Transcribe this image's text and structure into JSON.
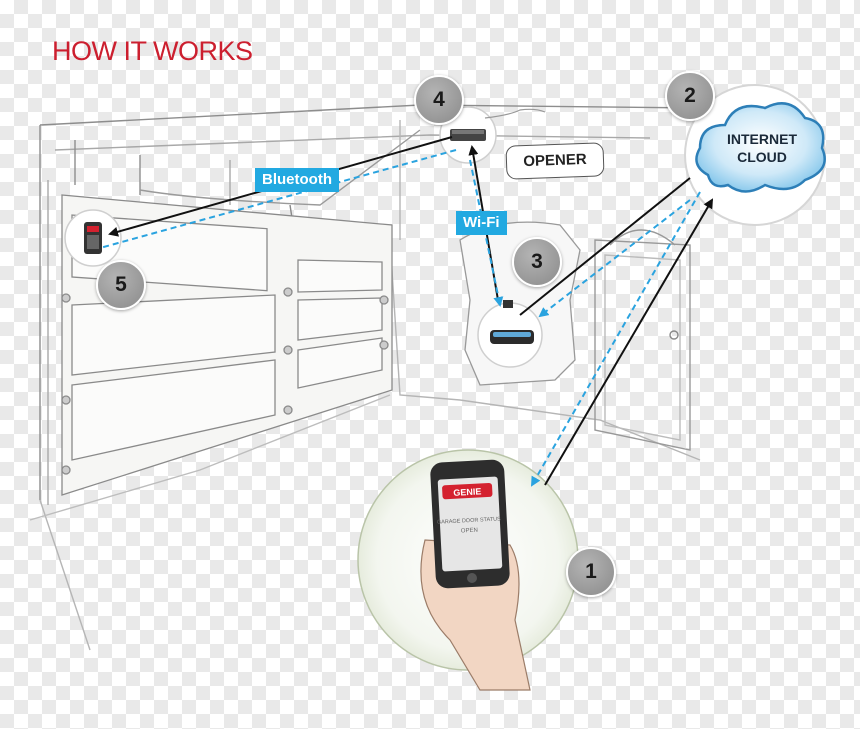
{
  "title": "HOW IT WORKS",
  "labels": {
    "bluetooth": "Bluetooth",
    "wifi": "Wi-Fi",
    "opener": "OPENER",
    "cloud_line1": "INTERNET",
    "cloud_line2": "CLOUD"
  },
  "steps": [
    "1",
    "2",
    "3",
    "4",
    "5"
  ],
  "phone_screen": {
    "brand": "GENIE",
    "status_line1": "GARAGE DOOR STATUS",
    "status_line2": "OPEN"
  },
  "colors": {
    "title": "#cc1f2f",
    "tag_blue": "#22a9e1",
    "dashed_link": "#2aa3df",
    "solid_link": "#111111",
    "badge_gray": "#9a9a9a"
  },
  "icons": [
    "smartphone-icon",
    "cloud-icon",
    "wifi-hub-icon",
    "opener-module-icon",
    "wall-keypad-icon"
  ]
}
